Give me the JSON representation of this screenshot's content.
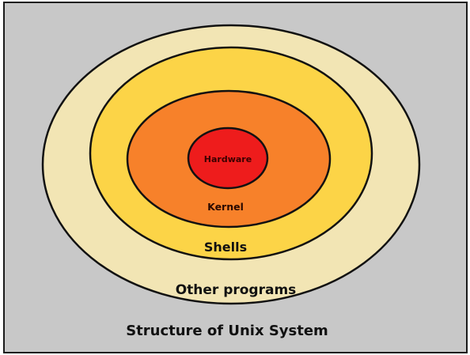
{
  "colors": {
    "background": "#c8c8c8",
    "frame": "#1a1a1a",
    "outer_ring": "#f2e5b4",
    "shells_ring": "#fcd447",
    "kernel_ring": "#f7812a",
    "hardware_core": "#ee1c1c",
    "stroke": "#111111"
  },
  "layers": {
    "hardware": "Hardware",
    "kernel": "Kernel",
    "shells": "Shells",
    "other": "Other programs"
  },
  "caption": "Structure of Unix System"
}
